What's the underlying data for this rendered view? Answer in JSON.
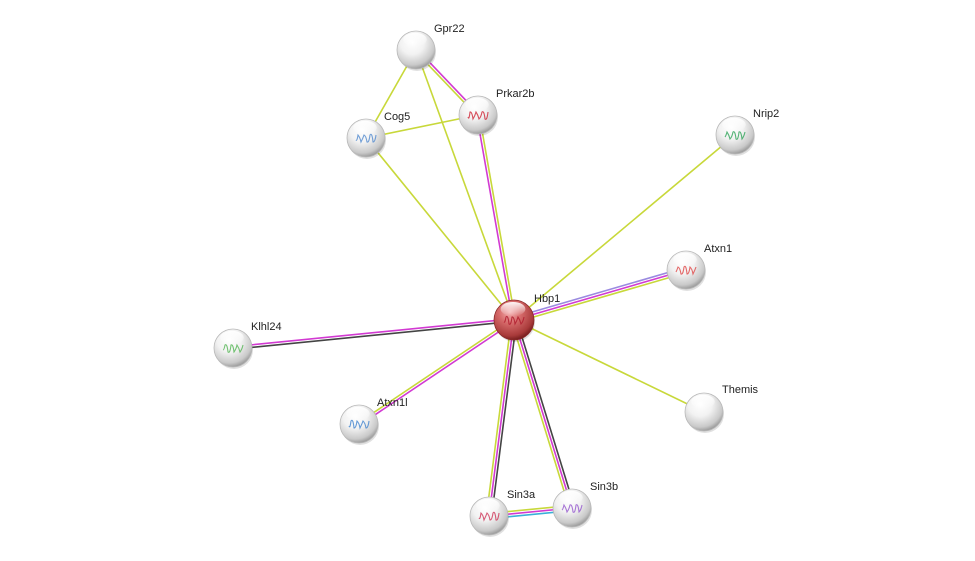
{
  "nodes": [
    {
      "id": "hbp1",
      "label": "Hbp1",
      "query": true,
      "structure_color": "#b02030"
    },
    {
      "id": "gpr22",
      "label": "Gpr22",
      "query": false,
      "structure_color": ""
    },
    {
      "id": "prkar2b",
      "label": "Prkar2b",
      "query": false,
      "structure_color": "#d03040"
    },
    {
      "id": "cog5",
      "label": "Cog5",
      "query": false,
      "structure_color": "#5a8fd0"
    },
    {
      "id": "nrip2",
      "label": "Nrip2",
      "query": false,
      "structure_color": "#3aa860"
    },
    {
      "id": "atxn1",
      "label": "Atxn1",
      "query": false,
      "structure_color": "#e05050"
    },
    {
      "id": "klhl24",
      "label": "Klhl24",
      "query": false,
      "structure_color": "#5cb85c"
    },
    {
      "id": "atxn1l",
      "label": "Atxn1l",
      "query": false,
      "structure_color": "#4a8ad0"
    },
    {
      "id": "themis",
      "label": "Themis",
      "query": false,
      "structure_color": ""
    },
    {
      "id": "sin3a",
      "label": "Sin3a",
      "query": false,
      "structure_color": "#d04060"
    },
    {
      "id": "sin3b",
      "label": "Sin3b",
      "query": false,
      "structure_color": "#9a60d0"
    }
  ],
  "edges": [
    {
      "source": "hbp1",
      "target": "gpr22",
      "colors": [
        "#c8d83a"
      ]
    },
    {
      "source": "hbp1",
      "target": "prkar2b",
      "colors": [
        "#d23ad2",
        "#c8d83a"
      ]
    },
    {
      "source": "hbp1",
      "target": "cog5",
      "colors": [
        "#c8d83a"
      ]
    },
    {
      "source": "hbp1",
      "target": "nrip2",
      "colors": [
        "#c8d83a"
      ]
    },
    {
      "source": "hbp1",
      "target": "atxn1",
      "colors": [
        "#9a8ae0",
        "#d23ad2",
        "#c8d83a"
      ]
    },
    {
      "source": "hbp1",
      "target": "klhl24",
      "colors": [
        "#444444",
        "#d23ad2"
      ]
    },
    {
      "source": "hbp1",
      "target": "atxn1l",
      "colors": [
        "#d23ad2",
        "#c8d83a"
      ]
    },
    {
      "source": "hbp1",
      "target": "themis",
      "colors": [
        "#c8d83a"
      ]
    },
    {
      "source": "hbp1",
      "target": "sin3a",
      "colors": [
        "#444444",
        "#d23ad2",
        "#c8d83a"
      ]
    },
    {
      "source": "hbp1",
      "target": "sin3b",
      "colors": [
        "#444444",
        "#d23ad2",
        "#c8d83a"
      ]
    },
    {
      "source": "gpr22",
      "target": "cog5",
      "colors": [
        "#c8d83a"
      ]
    },
    {
      "source": "gpr22",
      "target": "prkar2b",
      "colors": [
        "#d23ad2",
        "#c8d83a"
      ]
    },
    {
      "source": "cog5",
      "target": "prkar2b",
      "colors": [
        "#c8d83a"
      ]
    },
    {
      "source": "sin3a",
      "target": "sin3b",
      "colors": [
        "#c8d83a",
        "#d23ad2",
        "#3ab0d8"
      ]
    }
  ]
}
